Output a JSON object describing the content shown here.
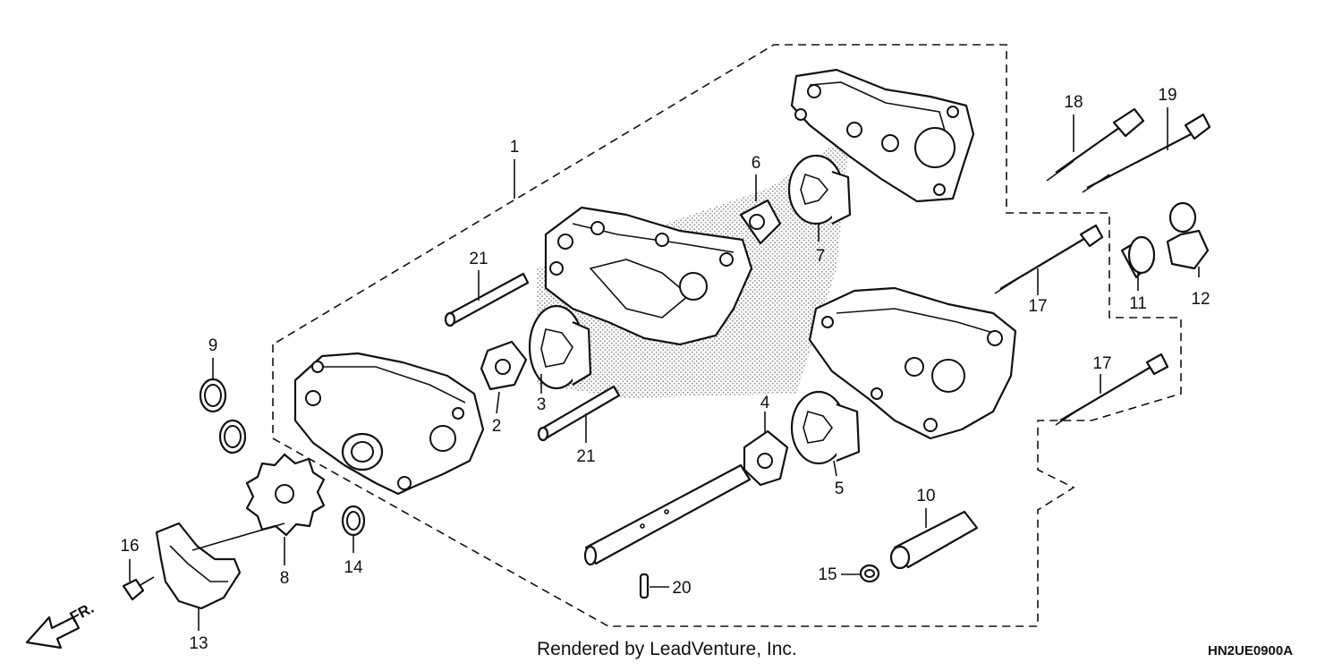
{
  "callouts": {
    "c1": "1",
    "c2": "2",
    "c3": "3",
    "c4": "4",
    "c5": "5",
    "c6": "6",
    "c7": "7",
    "c8": "8",
    "c9": "9",
    "c10": "10",
    "c11": "11",
    "c12": "12",
    "c13": "13",
    "c14": "14",
    "c15": "15",
    "c16": "16",
    "c17a": "17",
    "c17b": "17",
    "c18": "18",
    "c19": "19",
    "c20": "20",
    "c21a": "21",
    "c21b": "21"
  },
  "direction_label": "FR.",
  "credit": "Rendered by LeadVenture, Inc.",
  "diagram_code": "HN2UE0900A"
}
